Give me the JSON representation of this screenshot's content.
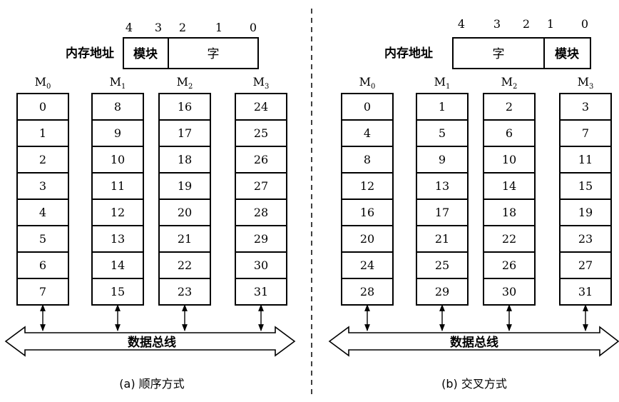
{
  "panels": [
    {
      "address_label": "内存地址",
      "bit_labels": [
        "4",
        "3",
        "2",
        "1",
        "0"
      ],
      "address_fields": [
        "模块",
        "字"
      ],
      "modules": [
        {
          "base": "M",
          "sub": "0",
          "cells": [
            "0",
            "1",
            "2",
            "3",
            "4",
            "5",
            "6",
            "7"
          ]
        },
        {
          "base": "M",
          "sub": "1",
          "cells": [
            "8",
            "9",
            "10",
            "11",
            "12",
            "13",
            "14",
            "15"
          ]
        },
        {
          "base": "M",
          "sub": "2",
          "cells": [
            "16",
            "17",
            "18",
            "19",
            "20",
            "21",
            "22",
            "23"
          ]
        },
        {
          "base": "M",
          "sub": "3",
          "cells": [
            "24",
            "25",
            "26",
            "27",
            "28",
            "29",
            "30",
            "31"
          ]
        }
      ],
      "bus_label": "数据总线",
      "caption": "(a) 顺序方式"
    },
    {
      "address_label": "内存地址",
      "bit_labels": [
        "4",
        "3",
        "2",
        "1",
        "0"
      ],
      "address_fields": [
        "字",
        "模块"
      ],
      "modules": [
        {
          "base": "M",
          "sub": "0",
          "cells": [
            "0",
            "4",
            "8",
            "12",
            "16",
            "20",
            "24",
            "28"
          ]
        },
        {
          "base": "M",
          "sub": "1",
          "cells": [
            "1",
            "5",
            "9",
            "13",
            "17",
            "21",
            "25",
            "29"
          ]
        },
        {
          "base": "M",
          "sub": "2",
          "cells": [
            "2",
            "6",
            "10",
            "14",
            "18",
            "22",
            "26",
            "30"
          ]
        },
        {
          "base": "M",
          "sub": "3",
          "cells": [
            "3",
            "7",
            "11",
            "15",
            "19",
            "23",
            "27",
            "31"
          ]
        }
      ],
      "bus_label": "数据总线",
      "caption": "(b) 交叉方式"
    }
  ]
}
